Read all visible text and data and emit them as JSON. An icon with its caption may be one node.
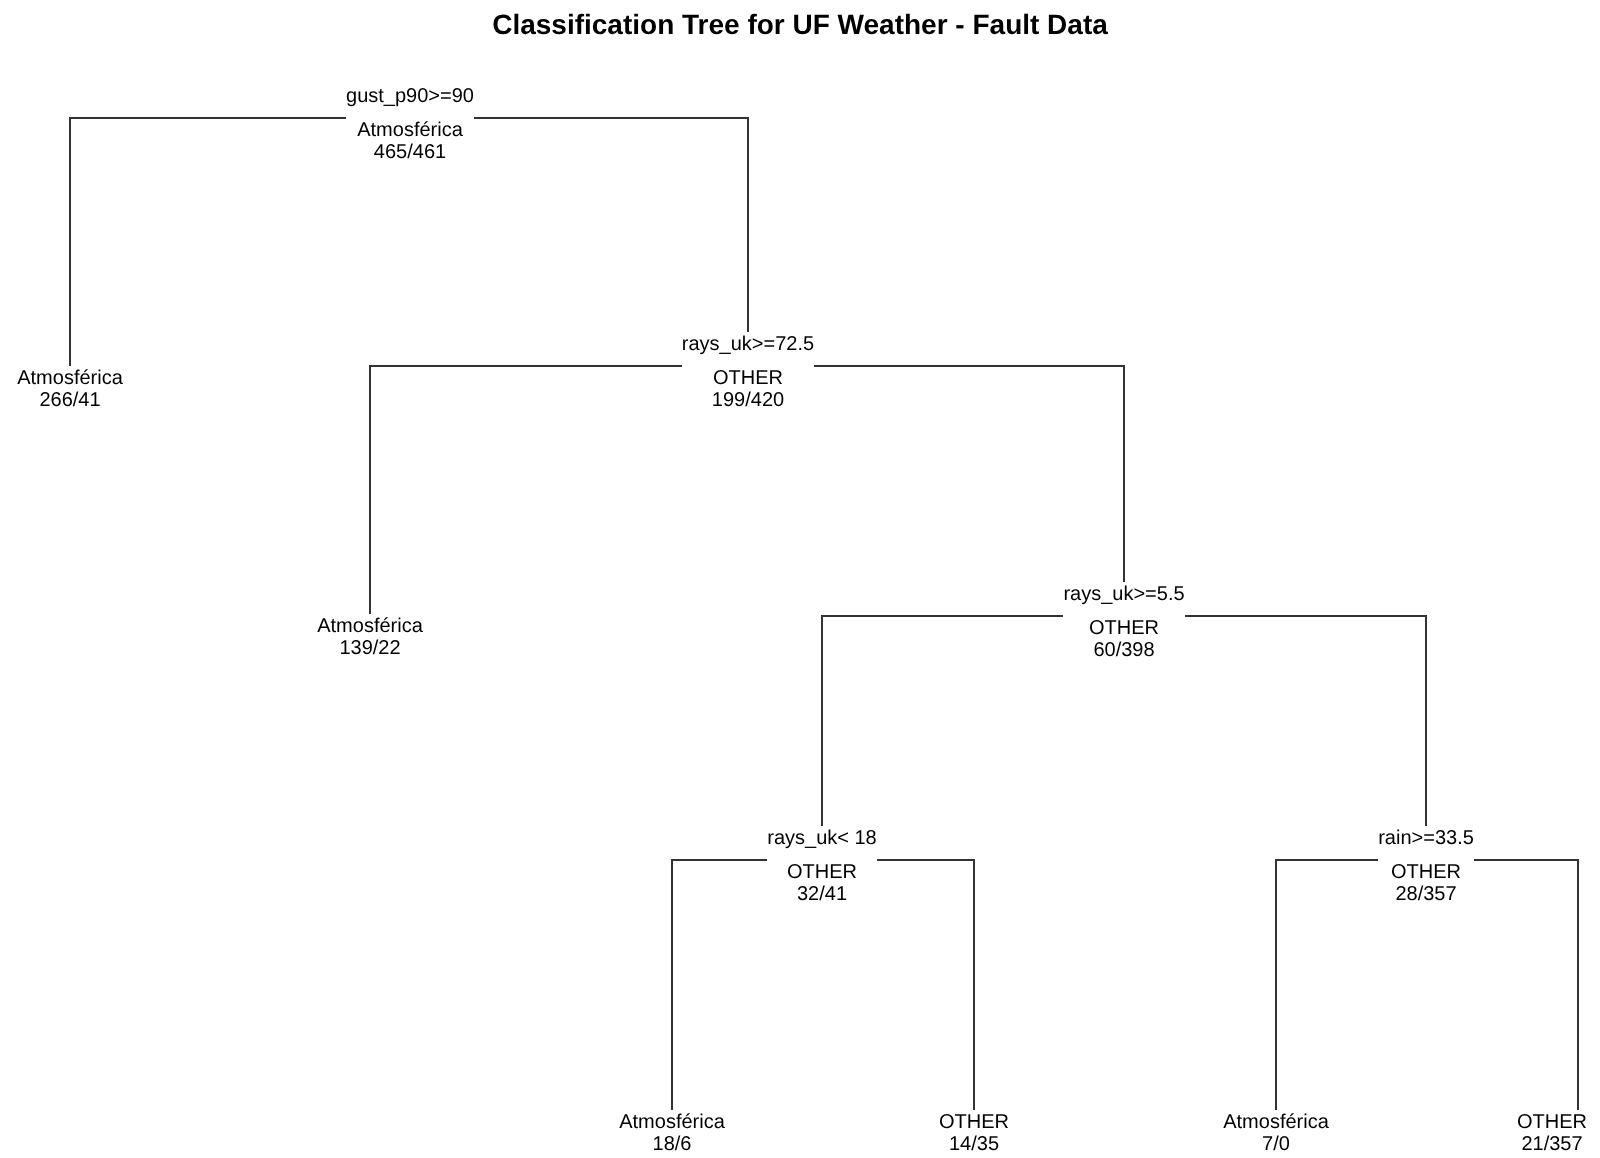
{
  "diagram": {
    "title": "Classification Tree for UF Weather - Fault Data",
    "nodes": [
      {
        "text": [
          "gust_p90>=90",
          "Atmosférica",
          "465/461"
        ]
      },
      {
        "text": [
          "Atmosférica",
          "266/41"
        ]
      },
      {
        "text": [
          "rays_uk>=72.5",
          "OTHER",
          "199/420"
        ]
      },
      {
        "text": [
          "Atmosférica",
          "139/22"
        ]
      },
      {
        "text": [
          "rays_uk>=5.5",
          "OTHER",
          "60/398"
        ]
      },
      {
        "text": [
          "rays_uk< 18",
          "OTHER",
          "32/41"
        ]
      },
      {
        "text": [
          "rain>=33.5",
          "OTHER",
          "28/357"
        ]
      },
      {
        "text": [
          "Atmosférica",
          "18/6"
        ]
      },
      {
        "text": [
          "OTHER",
          "14/35"
        ]
      },
      {
        "text": [
          "Atmosférica",
          "7/0"
        ]
      },
      {
        "text": [
          "OTHER",
          "21/357"
        ]
      }
    ],
    "edges": [
      {
        "from": 0,
        "to": 1,
        "arrow": "none"
      },
      {
        "from": 0,
        "to": 2,
        "arrow": "none"
      },
      {
        "from": 2,
        "to": 3,
        "arrow": "none"
      },
      {
        "from": 2,
        "to": 4,
        "arrow": "none"
      },
      {
        "from": 4,
        "to": 5,
        "arrow": "none"
      },
      {
        "from": 4,
        "to": 6,
        "arrow": "none"
      },
      {
        "from": 5,
        "to": 7,
        "arrow": "none"
      },
      {
        "from": 5,
        "to": 8,
        "arrow": "none"
      },
      {
        "from": 6,
        "to": 9,
        "arrow": "none"
      },
      {
        "from": 6,
        "to": 10,
        "arrow": "none"
      }
    ]
  }
}
